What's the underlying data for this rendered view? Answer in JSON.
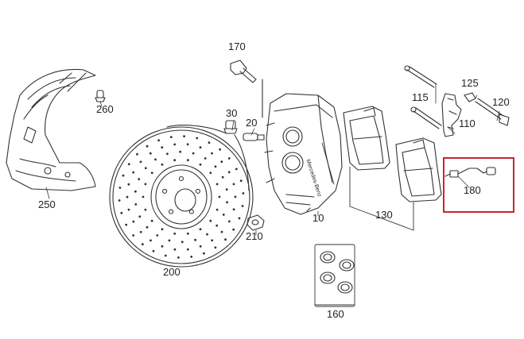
{
  "colors": {
    "line": "#333333",
    "highlight": "#c8262e",
    "background": "#ffffff"
  },
  "parts": [
    {
      "id": "p170",
      "number": "170"
    },
    {
      "id": "p260",
      "number": "260"
    },
    {
      "id": "p30",
      "number": "30"
    },
    {
      "id": "p20",
      "number": "20"
    },
    {
      "id": "p250",
      "number": "250"
    },
    {
      "id": "p200",
      "number": "200"
    },
    {
      "id": "p210",
      "number": "210"
    },
    {
      "id": "p10",
      "number": "10"
    },
    {
      "id": "p160",
      "number": "160"
    },
    {
      "id": "p130",
      "number": "130"
    },
    {
      "id": "p115",
      "number": "115"
    },
    {
      "id": "p125",
      "number": "125"
    },
    {
      "id": "p120",
      "number": "120"
    },
    {
      "id": "p110",
      "number": "110"
    },
    {
      "id": "p180",
      "number": "180",
      "highlighted": true
    }
  ],
  "caliper_brand": "Mercedes-Benz"
}
